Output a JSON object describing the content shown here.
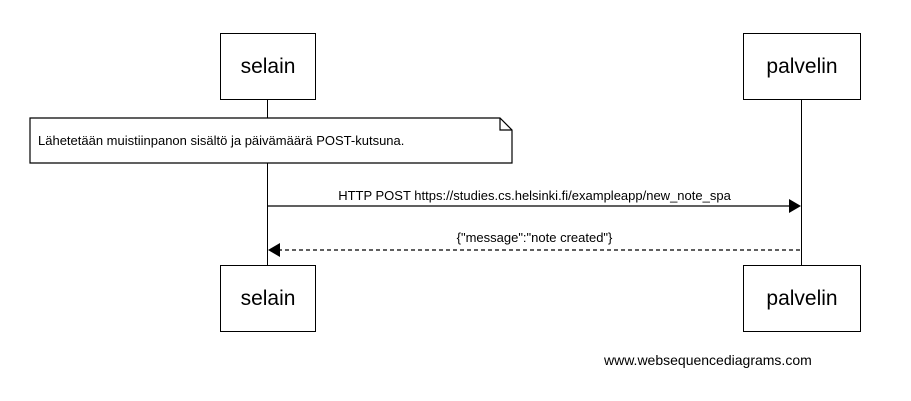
{
  "participants": [
    {
      "id": "selain",
      "label": "selain"
    },
    {
      "id": "palvelin",
      "label": "palvelin"
    }
  ],
  "note": {
    "over": "selain",
    "text": "Lähetetään muistiinpanon sisältö ja päivämäärä POST-kutsuna."
  },
  "messages": [
    {
      "from": "selain",
      "to": "palvelin",
      "label": "HTTP POST https://studies.cs.helsinki.fi/exampleapp/new_note_spa",
      "style": "solid"
    },
    {
      "from": "palvelin",
      "to": "selain",
      "label": "{\"message\":\"note created\"}",
      "style": "dashed"
    }
  ],
  "watermark": "www.websequencediagrams.com"
}
